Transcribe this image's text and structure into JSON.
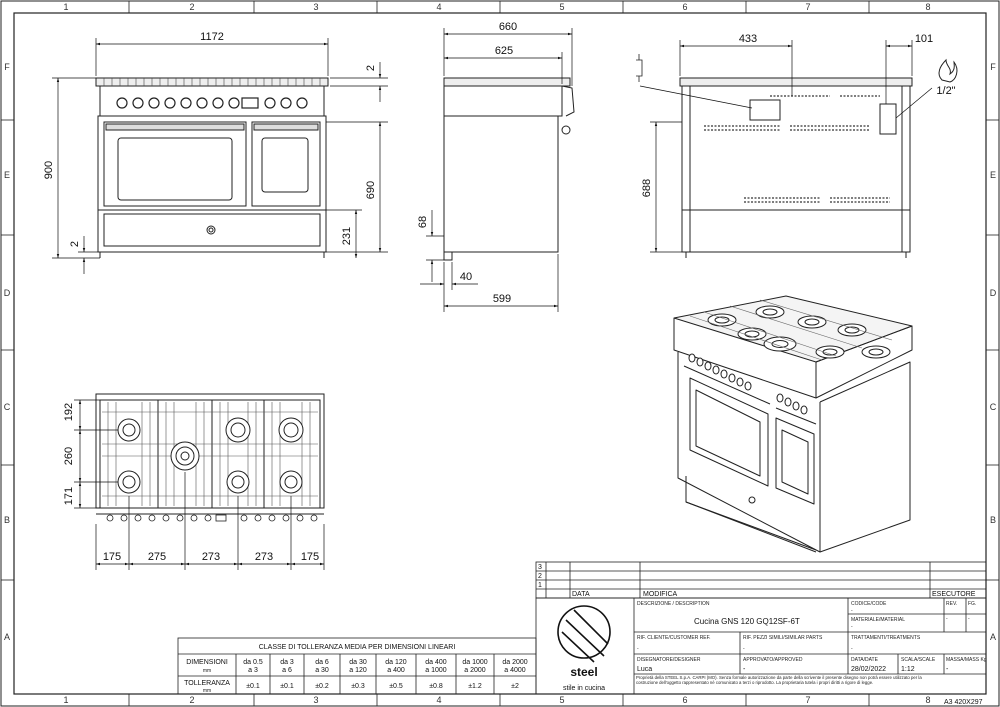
{
  "grid": {
    "columns": [
      "1",
      "2",
      "3",
      "4",
      "5",
      "6",
      "7",
      "8"
    ],
    "rows": [
      "F",
      "E",
      "D",
      "C",
      "B",
      "A"
    ]
  },
  "dimensions": {
    "front_width": "1172",
    "front_top_gap": "2",
    "front_height": "900",
    "front_bottom_gap": "2",
    "front_oven_height": "690",
    "front_drawer_height": "231",
    "side_depth_total": "660",
    "side_depth_body": "625",
    "side_foot_height": "68",
    "side_foot_depth": "40",
    "side_base_depth": "599",
    "rear_offset": "433",
    "rear_gas_offset": "101",
    "rear_height": "688",
    "gas_connection": "1/2\"",
    "top_depth_1": "192",
    "top_depth_2": "260",
    "top_depth_3": "171",
    "top_widths": [
      "175",
      "275",
      "273",
      "273",
      "175"
    ]
  },
  "revision_table": {
    "rows": [
      "3",
      "2",
      "1"
    ],
    "col_data": "DATA",
    "col_modifica": "MODIFICA",
    "col_esecutore": "ESECUTORE"
  },
  "title_block": {
    "desc_label": "DESCRIZIONE / DESCRIPTION",
    "desc_value": "Cucina GNS 120 GQ12SF-6T",
    "code_label": "CODICE/CODE",
    "code_value": "-",
    "rev_label": "REV.",
    "rev_value": "-",
    "sheet_label": "FG.",
    "sheet_value": "-",
    "material_label": "MATERIALE/MATERIAL",
    "material_value": "-",
    "ref1_label": "RIF. CLIENTE/CUSTOMER REF.",
    "ref1_value": "-",
    "ref2_label": "RIF. PEZZI SIMILI/SIMILAR PARTS",
    "ref2_value": "-",
    "ref3_label": "TRATTAMENTI/TREATMENTS",
    "ref3_value": "-",
    "drawn_label": "DISEGNATORE/DESIGNER",
    "drawn_value": "Luca",
    "approved_label": "APPROVATO/APPROVED",
    "approved_value": "-",
    "date_label": "DATA/DATE",
    "date_value": "28/02/2022",
    "scale_label": "SCALA/SCALE",
    "scale_value": "1:12",
    "mass_label": "MASSA/MASS Kg",
    "mass_value": "-",
    "format": "A3 420X297",
    "legal_note": "Proprietà della STEEL S.p.A. CARPI (MO). Senza formale autorizzazione da parte della scrivente il presente disegno non potrà essere utilizzato per la costruzione dell'oggetto rappresentato nè comunicato a terzi o riprodotto. La proprietaria tutela i propri diritti a rigore di legge."
  },
  "brand": {
    "name": "steel",
    "tagline": "stile in cucina"
  },
  "tolerance": {
    "title": "CLASSE DI TOLLERANZA MEDIA PER DIMENSIONI LINEARI",
    "dim_label": "DIMENSIONI",
    "dim_unit": "mm",
    "tol_label": "TOLLERANZA",
    "tol_unit": "mm",
    "ranges_from": [
      "da 0.5",
      "da 3",
      "da 6",
      "da 30",
      "da 120",
      "da 400",
      "da 1000",
      "da 2000"
    ],
    "ranges_to": [
      "a 3",
      "a 6",
      "a 30",
      "a 120",
      "a 400",
      "a 1000",
      "a 2000",
      "a 4000"
    ],
    "values": [
      "±0.1",
      "±0.1",
      "±0.2",
      "±0.3",
      "±0.5",
      "±0.8",
      "±1.2",
      "±2"
    ]
  }
}
